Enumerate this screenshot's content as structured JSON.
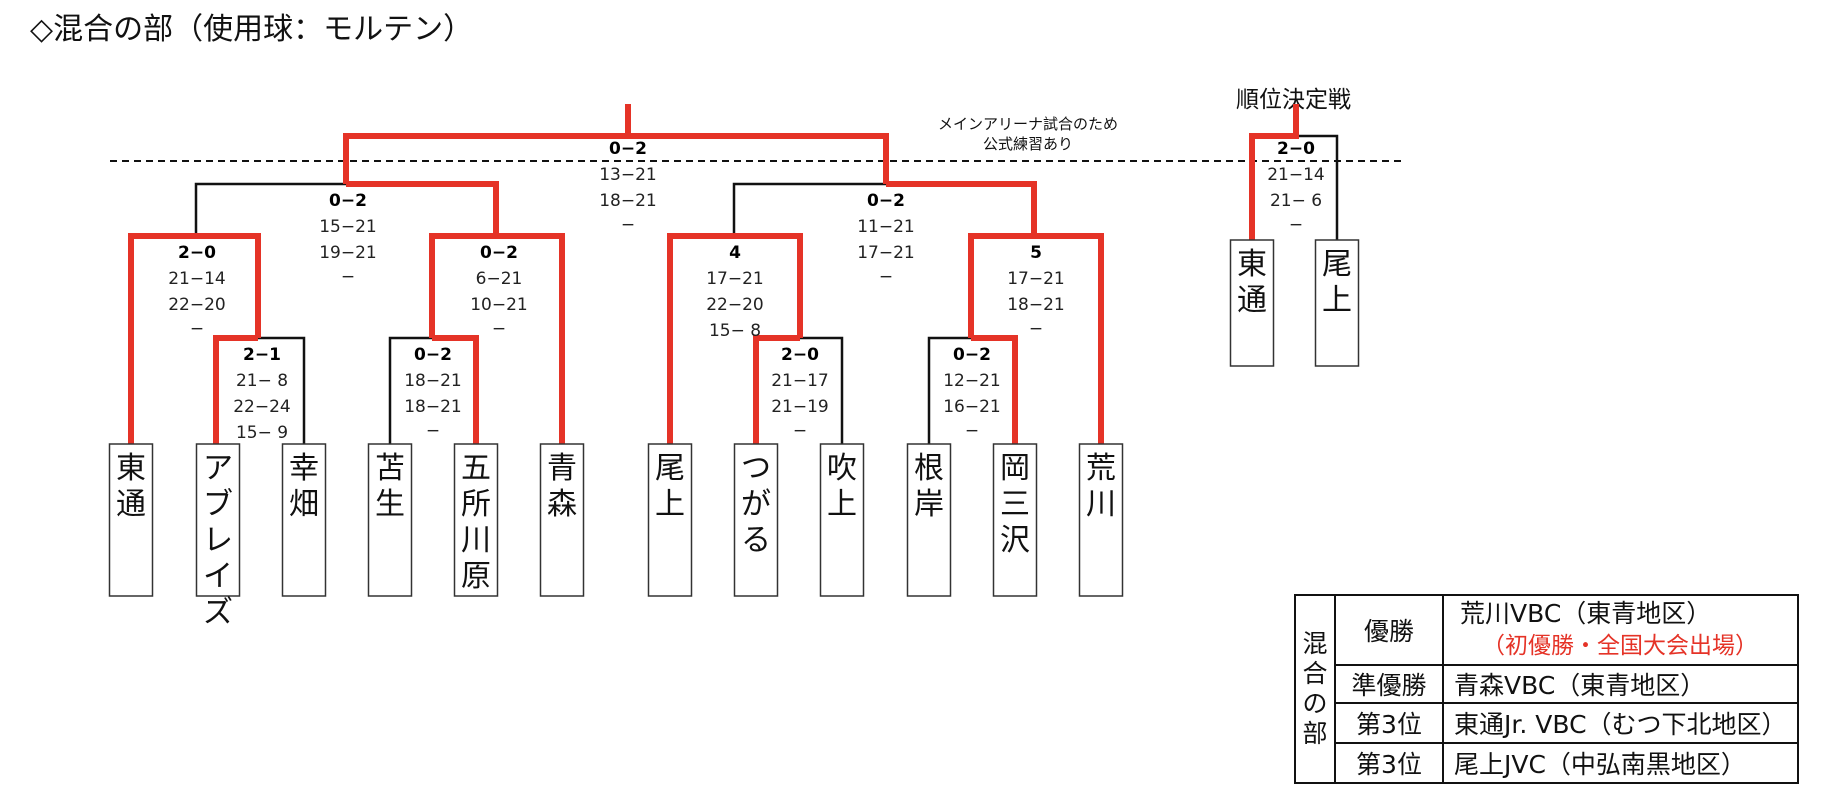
{
  "title": "◇混合の部（使用球：モルテン）",
  "note": [
    "メインアリーナ試合のため",
    "公式練習あり"
  ],
  "placement_label": "順位決定戦",
  "colors": {
    "winner_line": "#e53327",
    "line": "#111111",
    "score": "#e53327"
  },
  "teams": [
    "東通",
    "アブレイズ",
    "幸畑",
    "苫生",
    "五所川原",
    "青森",
    "尾上",
    "つがる",
    "吹上",
    "根岸",
    "岡三沢",
    "荒川"
  ],
  "placement_teams": [
    "東通",
    "尾上"
  ],
  "matches": [
    {
      "id": "r1a",
      "score": "2−1",
      "sets": [
        "21− 8",
        "22−24",
        "15− 9"
      ]
    },
    {
      "id": "r1b",
      "score": "0−2",
      "sets": [
        "18−21",
        "18−21",
        "−"
      ]
    },
    {
      "id": "r1c",
      "score": "2−0",
      "sets": [
        "21−17",
        "21−19",
        "−"
      ]
    },
    {
      "id": "r1d",
      "score": "0−2",
      "sets": [
        "12−21",
        "16−21",
        "−"
      ]
    },
    {
      "id": "qf1",
      "score": "2−0",
      "sets": [
        "21−14",
        "22−20",
        "−"
      ]
    },
    {
      "id": "qf2",
      "score": "0−2",
      "sets": [
        "6−21",
        "10−21",
        "−"
      ]
    },
    {
      "id": "qf3",
      "score": "4",
      "sets": [
        "17−21",
        "22−20",
        "15− 8"
      ]
    },
    {
      "id": "qf4",
      "score": "5",
      "sets": [
        "17−21",
        "18−21",
        "−"
      ]
    },
    {
      "id": "sf1",
      "score": "0−2",
      "sets": [
        "15−21",
        "19−21",
        "−"
      ]
    },
    {
      "id": "sf2",
      "score": "0−2",
      "sets": [
        "11−21",
        "17−21",
        "−"
      ]
    },
    {
      "id": "final",
      "score": "0−2",
      "sets": [
        "13−21",
        "18−21",
        "−"
      ]
    },
    {
      "id": "placement",
      "score": "2−0",
      "sets": [
        "21−14",
        "21− 6",
        "−"
      ]
    }
  ],
  "results": {
    "category": "混合の部",
    "rows": [
      {
        "place": "優勝",
        "team": "荒川VBC（東青地区）",
        "note": "（初優勝・全国大会出場）"
      },
      {
        "place": "準優勝",
        "team": "青森VBC（東青地区）"
      },
      {
        "place": "第3位",
        "team": "東通Jr. VBC（むつ下北地区）"
      },
      {
        "place": "第3位",
        "team": "尾上JVC（中弘南黒地区）"
      }
    ]
  }
}
